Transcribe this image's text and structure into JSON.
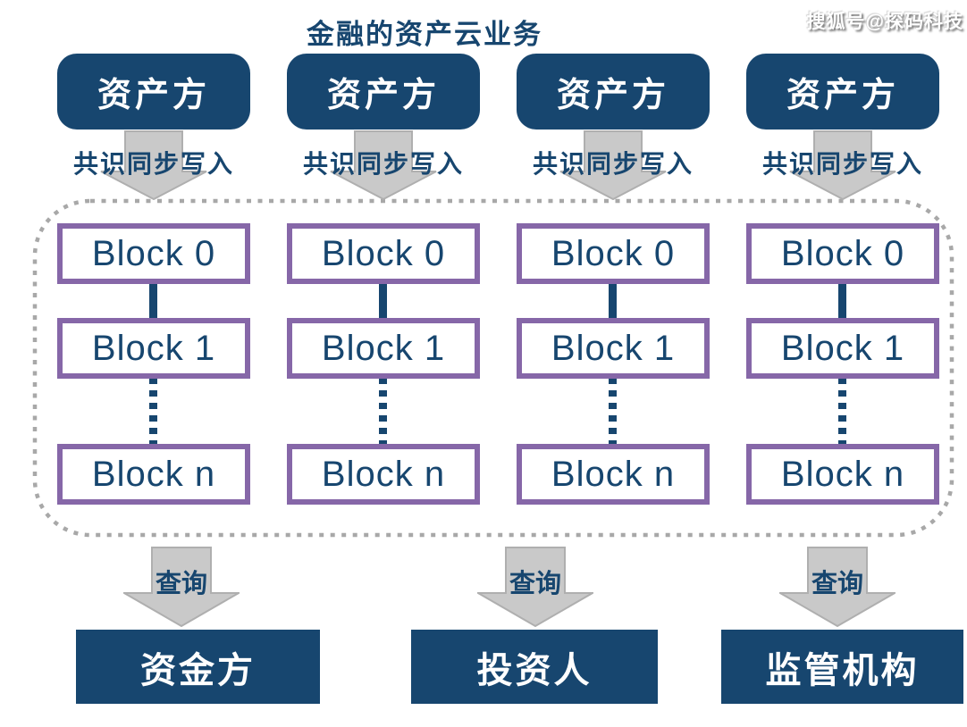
{
  "title": "金融的资产云业务",
  "watermark": "搜狐号@探码科技",
  "colors": {
    "navy": "#17466F",
    "purple": "#8667A8",
    "arrow_fill": "#C9C9C9",
    "arrow_stroke": "#AFAFAF",
    "arrow_inner_highlight": "#E2E2E2",
    "dotted_gray": "#A8A8A8",
    "box_text_white": "#FFFFFF"
  },
  "asset_parties": [
    {
      "label": "资产方",
      "arrow_label": "共识同步写入"
    },
    {
      "label": "资产方",
      "arrow_label": "共识同步写入"
    },
    {
      "label": "资产方",
      "arrow_label": "共识同步写入"
    },
    {
      "label": "资产方",
      "arrow_label": "共识同步写入"
    }
  ],
  "ledger": {
    "columns": [
      {
        "blocks": [
          "Block 0",
          "Block 1",
          "Block n"
        ]
      },
      {
        "blocks": [
          "Block 0",
          "Block 1",
          "Block n"
        ]
      },
      {
        "blocks": [
          "Block 0",
          "Block 1",
          "Block n"
        ]
      },
      {
        "blocks": [
          "Block 0",
          "Block 1",
          "Block n"
        ]
      }
    ]
  },
  "consumers": [
    {
      "arrow_label": "查询",
      "label": "资金方"
    },
    {
      "arrow_label": "查询",
      "label": "投资人"
    },
    {
      "arrow_label": "查询",
      "label": "监管机构"
    }
  ]
}
